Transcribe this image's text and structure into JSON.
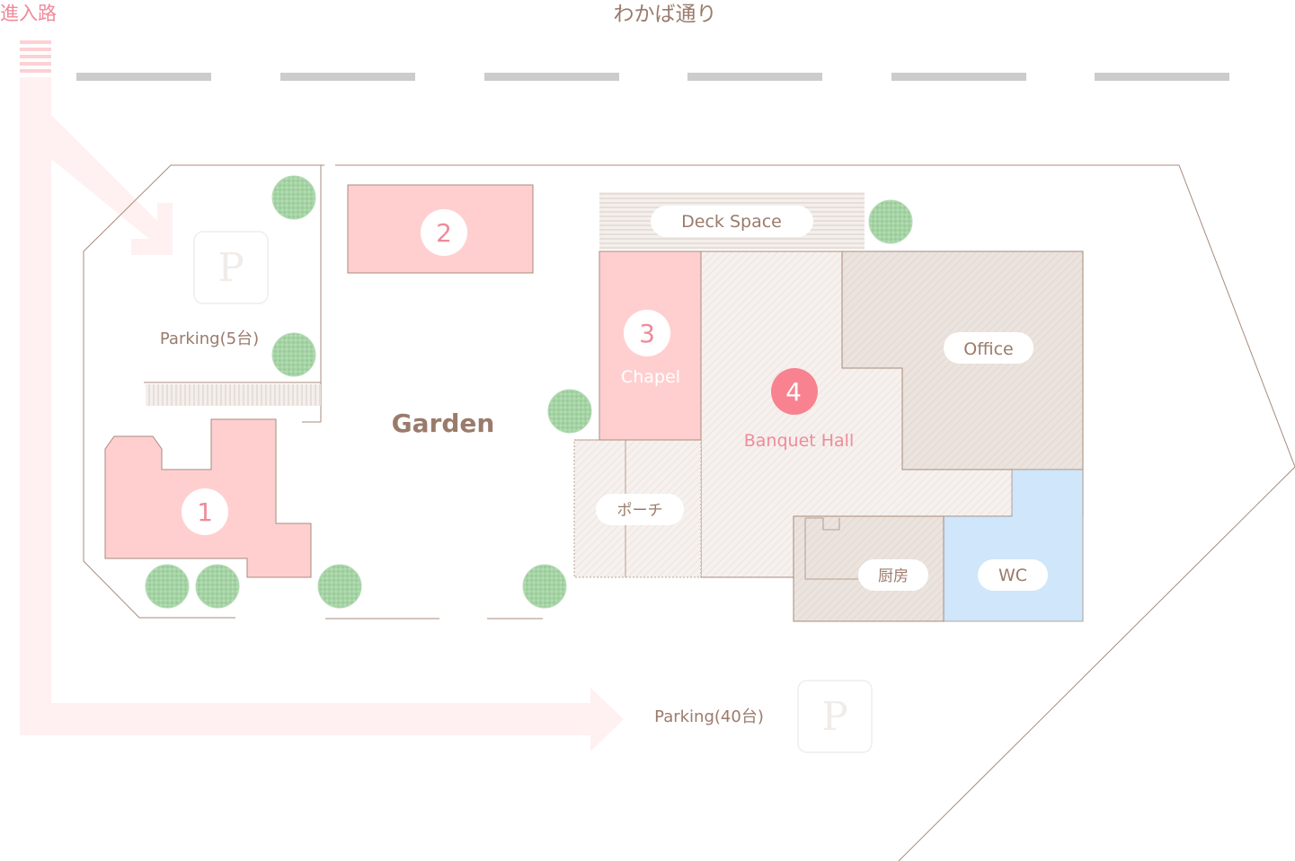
{
  "street": {
    "name": "わかば通り"
  },
  "entrance": {
    "label": "進入路"
  },
  "parking_small": {
    "label": "Parking(5台)",
    "symbol": "P"
  },
  "parking_large": {
    "label": "Parking(40台)",
    "symbol": "P"
  },
  "garden": {
    "label": "Garden"
  },
  "deck": {
    "label": "Deck Space"
  },
  "areas": [
    {
      "number": "1",
      "label": ""
    },
    {
      "number": "2",
      "label": ""
    },
    {
      "number": "3",
      "label": "Chapel"
    },
    {
      "number": "4",
      "label": "Banquet Hall"
    }
  ],
  "rooms": {
    "office": "Office",
    "porch": "ポーチ",
    "kitchen": "厨房",
    "wc": "WC"
  },
  "colors": {
    "numbered_area": "#ffcfd0",
    "accent": "#f8828f",
    "text": "#9a7b6b",
    "tree": "#9fcf9f",
    "wc": "#cfe6fb",
    "office": "#ece4df",
    "hall": "#f6f1ee",
    "road_stripe": "#cccccc",
    "route": "#fff0f1"
  }
}
